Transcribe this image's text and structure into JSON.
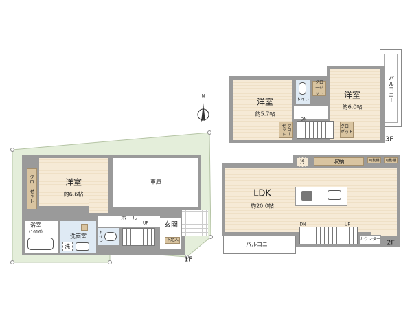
{
  "floor1": {
    "level": "1F",
    "bedroom": {
      "name": "洋室",
      "size": "約6.6帖"
    },
    "closet": "クローゼット",
    "garage": "車庫",
    "hall": "ホール",
    "entrance": "玄関",
    "shoe_storage": "下足入",
    "bath": {
      "name": "浴室",
      "size": "(1616)"
    },
    "washroom": "洗面室",
    "washer": "洗",
    "toilet": "トイレ",
    "stairs_up": "UP"
  },
  "floor2": {
    "level": "2F",
    "ldk": {
      "name": "LDK",
      "size": "約20.0帖"
    },
    "fridge": "冷",
    "storage": "収納",
    "shelf_1": "可動棚",
    "shelf_2": "可動棚",
    "balcony": "バルコニー",
    "counter": "カウンター",
    "stairs_down": "DN",
    "stairs_up": "UP"
  },
  "floor3": {
    "level": "3F",
    "room_left": {
      "name": "洋室",
      "size": "約5.7帖"
    },
    "room_right": {
      "name": "洋室",
      "size": "約6.0帖"
    },
    "toilet": "トイレ",
    "closet_top": "クローゼット",
    "closet_left": "クローゼット",
    "closet_right": "クローゼット",
    "balcony": "バルコニー",
    "stairs_down": "DN"
  },
  "compass": {
    "north": "N"
  }
}
